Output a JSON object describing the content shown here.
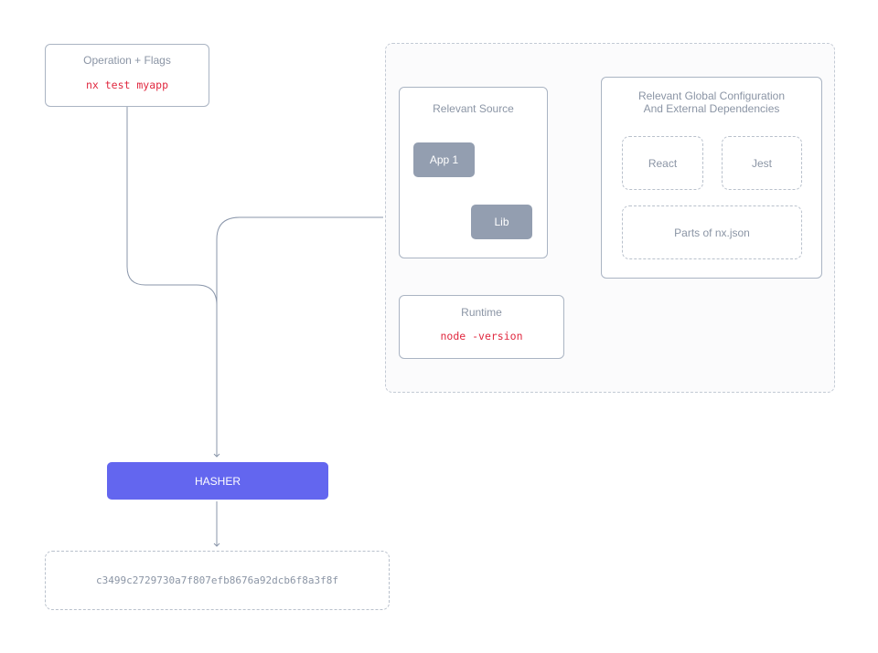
{
  "operation": {
    "title": "Operation + Flags",
    "command": "nx test myapp"
  },
  "relevant_source": {
    "title": "Relevant Source",
    "nodes": [
      "App 1",
      "Lib"
    ]
  },
  "global_config": {
    "title_line1": "Relevant Global Configuration",
    "title_line2": "And External Dependencies",
    "items": [
      "React",
      "Jest",
      "Parts of nx.json"
    ]
  },
  "runtime": {
    "title": "Runtime",
    "command": "node -version"
  },
  "hasher": {
    "label": "HASHER"
  },
  "hash_output": {
    "value": "c3499c2729730a7f807efb8676a92dcb6f8a3f8f"
  },
  "colors": {
    "hasher": "#6366ef",
    "command_text": "#e0283f",
    "node": "#939eb0",
    "line": "#8a96aa"
  }
}
